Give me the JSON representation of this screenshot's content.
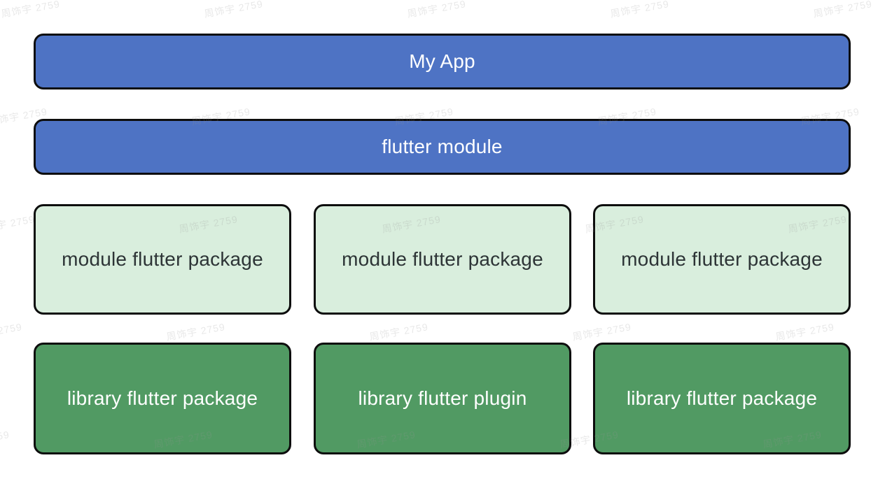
{
  "watermark": {
    "text": "周饰宇 2759",
    "color": "#ececec"
  },
  "colors": {
    "app_bar": "#4e73c4",
    "module_bar": "#4e73c4",
    "module_package_box": "#d9eedd",
    "library_package_box": "#519a63",
    "border": "#0d0d0d",
    "text_on_blue": "#ffffff",
    "text_on_light_green": "#2d3436",
    "text_on_dark_green": "#ffffff",
    "background": "#ffffff"
  },
  "diagram": {
    "app": {
      "label": "My App"
    },
    "module": {
      "label": "flutter module"
    },
    "module_packages": [
      {
        "label": "module flutter package"
      },
      {
        "label": "module flutter package"
      },
      {
        "label": "module flutter package"
      }
    ],
    "library_packages": [
      {
        "label": "library flutter package"
      },
      {
        "label": "library flutter plugin"
      },
      {
        "label": "library flutter package"
      }
    ]
  }
}
